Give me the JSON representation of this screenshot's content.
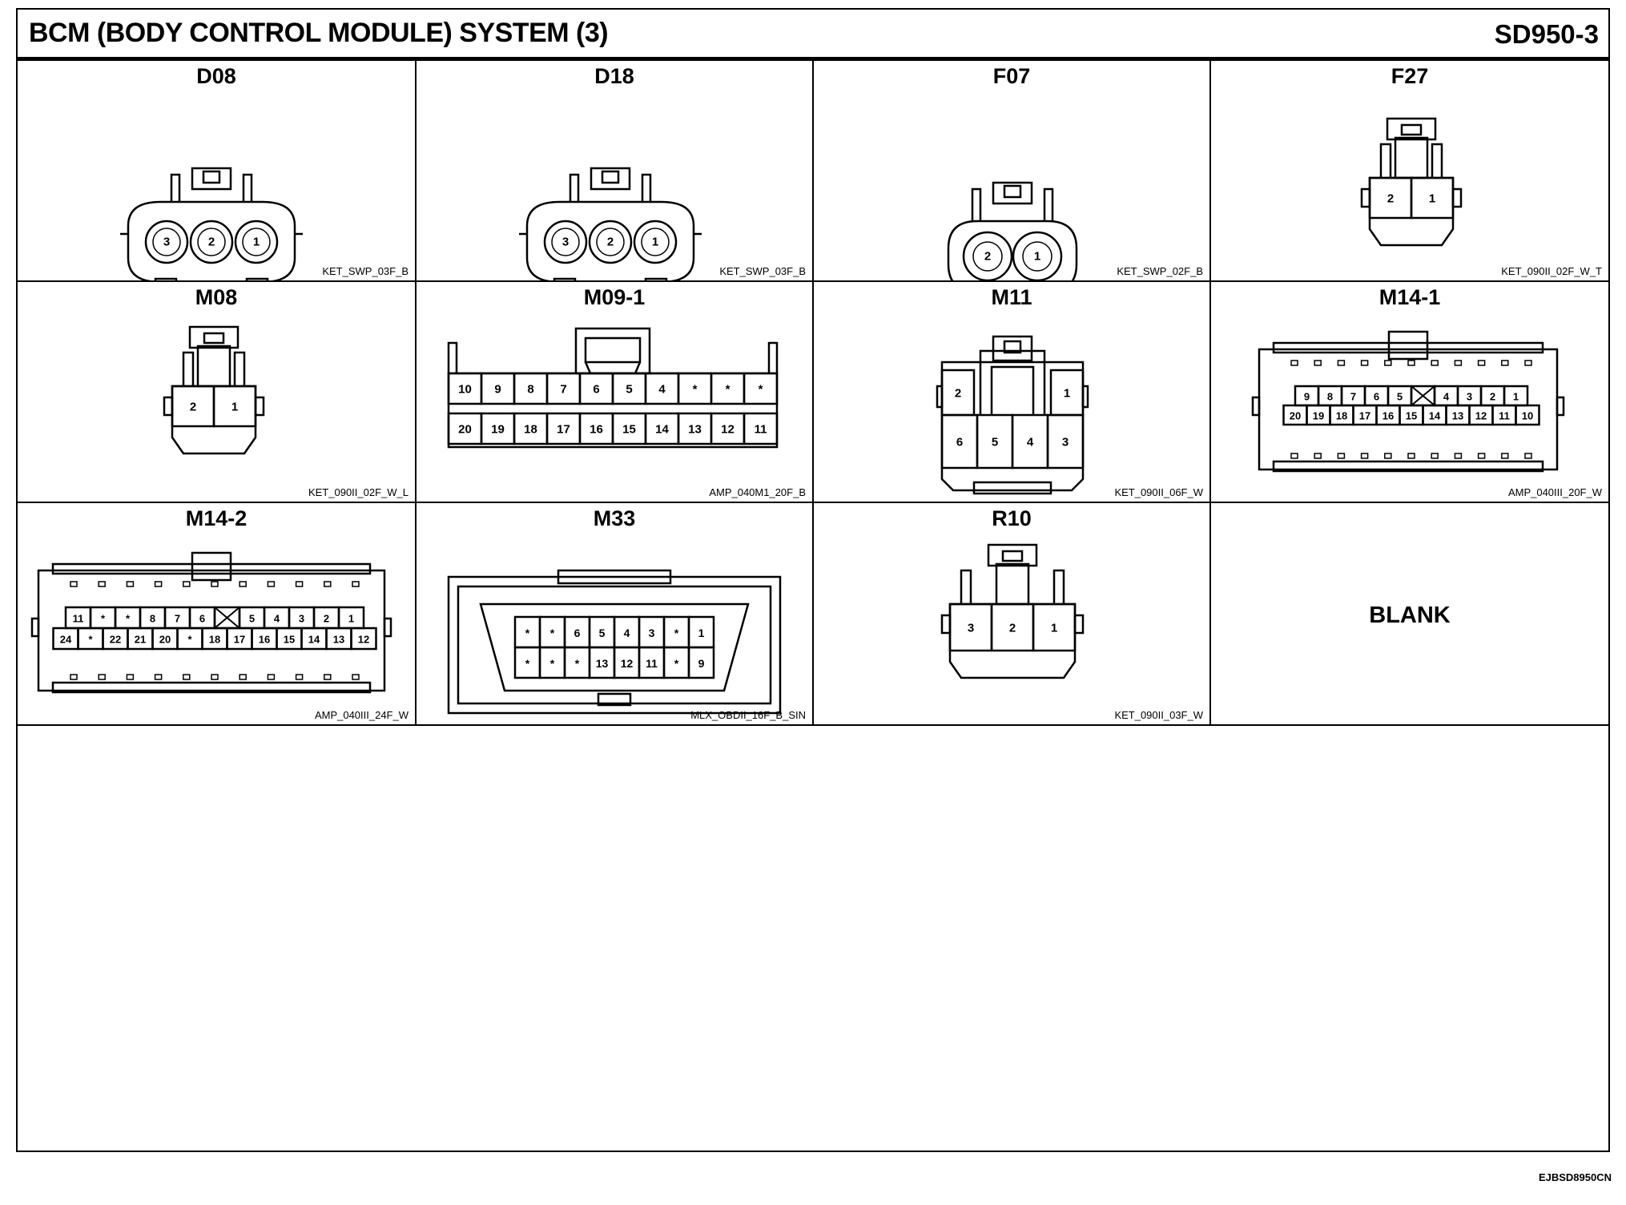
{
  "title": "BCM (BODY CONTROL MODULE) SYSTEM (3)",
  "page_code": "SD950-3",
  "footer_code": "EJBSD8950CN",
  "connectors": [
    {
      "name": "D08",
      "code": "KET_SWP_03F_B",
      "pins": [
        "3",
        "2",
        "1"
      ]
    },
    {
      "name": "D18",
      "code": "KET_SWP_03F_B",
      "pins": [
        "3",
        "2",
        "1"
      ]
    },
    {
      "name": "F07",
      "code": "KET_SWP_02F_B",
      "pins": [
        "2",
        "1"
      ]
    },
    {
      "name": "F27",
      "code": "KET_090II_02F_W_T",
      "pins": [
        "2",
        "1"
      ]
    },
    {
      "name": "M08",
      "code": "KET_090II_02F_W_L",
      "pins": [
        "2",
        "1"
      ]
    },
    {
      "name": "M09-1",
      "code": "AMP_040M1_20F_B",
      "rows": [
        [
          "10",
          "9",
          "8",
          "7",
          "6",
          "5",
          "4",
          "*",
          "*",
          "*"
        ],
        [
          "20",
          "19",
          "18",
          "17",
          "16",
          "15",
          "14",
          "13",
          "12",
          "11"
        ]
      ]
    },
    {
      "name": "M11",
      "code": "KET_090II_06F_W",
      "top_pins": [
        "2",
        "1"
      ],
      "bottom_pins": [
        "6",
        "5",
        "4",
        "3"
      ]
    },
    {
      "name": "M14-1",
      "code": "AMP_040III_20F_W",
      "rows": [
        [
          "9",
          "8",
          "7",
          "6",
          "5",
          "X",
          "4",
          "3",
          "2",
          "1"
        ],
        [
          "20",
          "19",
          "18",
          "17",
          "16",
          "15",
          "14",
          "13",
          "12",
          "11",
          "10"
        ]
      ]
    },
    {
      "name": "M14-2",
      "code": "AMP_040III_24F_W",
      "rows": [
        [
          "11",
          "*",
          "*",
          "8",
          "7",
          "6",
          "X",
          "5",
          "4",
          "3",
          "2",
          "1"
        ],
        [
          "24",
          "*",
          "22",
          "21",
          "20",
          "*",
          "18",
          "17",
          "16",
          "15",
          "14",
          "13",
          "12"
        ]
      ]
    },
    {
      "name": "M33",
      "code": "MLX_OBDII_16F_B_SIN",
      "rows": [
        [
          "*",
          "*",
          "6",
          "5",
          "4",
          "3",
          "*",
          "1"
        ],
        [
          "*",
          "*",
          "*",
          "13",
          "12",
          "11",
          "*",
          "9"
        ]
      ]
    },
    {
      "name": "R10",
      "code": "KET_090II_03F_W",
      "pins": [
        "3",
        "2",
        "1"
      ]
    },
    {
      "name": "BLANK",
      "code": ""
    }
  ]
}
